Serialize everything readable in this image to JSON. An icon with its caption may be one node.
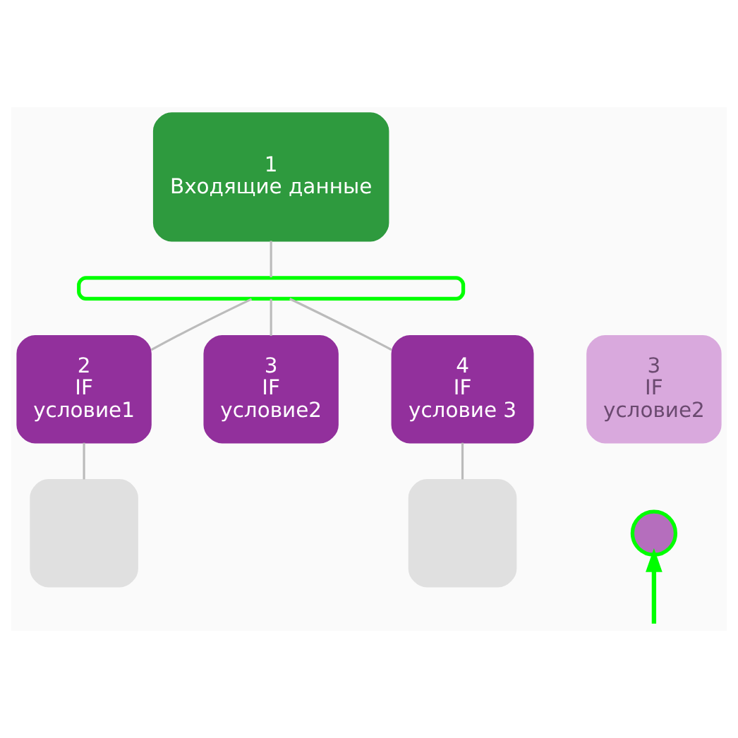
{
  "diagram": {
    "nodes": [
      {
        "text": [
          "1",
          "Входящие данные"
        ]
      },
      {
        "text": [],
        "shape": "box"
      },
      {
        "text": [
          "2",
          "IF",
          "условие1"
        ]
      },
      {
        "text": [
          "3",
          "IF",
          "условие2"
        ]
      },
      {
        "text": [
          "4",
          "IF",
          "условие 3"
        ]
      },
      {
        "text": [
          "3",
          "IF",
          "условие2"
        ]
      },
      {
        "text": [],
        "shape": "circle"
      },
      {
        "text": [],
        "shape": "box"
      },
      {
        "text": [],
        "shape": "box"
      }
    ],
    "edges": [
      {
        "from": 0,
        "to": 1,
        "arrow": "none"
      },
      {
        "from": 1,
        "to": 2,
        "arrow": "none"
      },
      {
        "from": 1,
        "to": 3,
        "arrow": "none"
      },
      {
        "from": 1,
        "to": 4,
        "arrow": "none"
      },
      {
        "from": 2,
        "to": 7,
        "arrow": "none"
      },
      {
        "from": 4,
        "to": 8,
        "arrow": "none"
      },
      {
        "from": null,
        "to": 6,
        "arrow": "to",
        "style": "thick",
        "color": "#00ff00"
      }
    ]
  }
}
